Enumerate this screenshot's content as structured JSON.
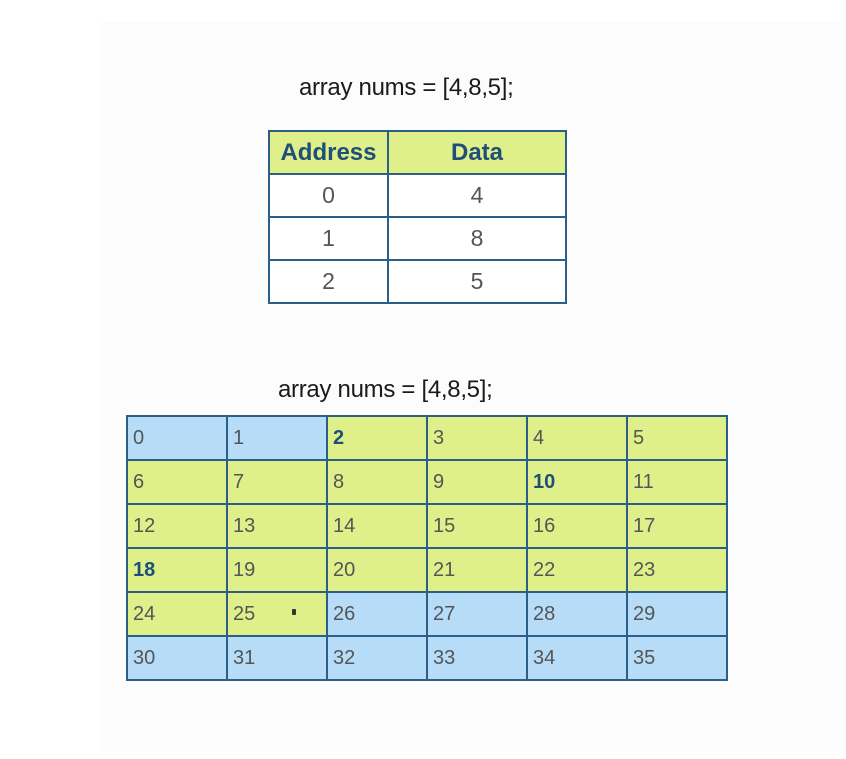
{
  "titles": [
    "array nums = [4,8,5];",
    "array nums = [4,8,5];"
  ],
  "address_table": {
    "headers": [
      "Address",
      "Data"
    ],
    "rows": [
      [
        "0",
        "4"
      ],
      [
        "1",
        "8"
      ],
      [
        "2",
        "5"
      ]
    ]
  },
  "memory_grid": {
    "columns": 6,
    "cells": [
      "0",
      "1",
      "2",
      "3",
      "4",
      "5",
      "6",
      "7",
      "8",
      "9",
      "10",
      "11",
      "12",
      "13",
      "14",
      "15",
      "16",
      "17",
      "18",
      "19",
      "20",
      "21",
      "22",
      "23",
      "24",
      "25",
      "26",
      "27",
      "28",
      "29",
      "30",
      "31",
      "32",
      "33",
      "34",
      "35"
    ],
    "highlighted_range": [
      2,
      25
    ],
    "bold_cells": [
      "2",
      "10",
      "18"
    ]
  },
  "colors": {
    "header_green": "#dff08a",
    "highlight_green": "#dff08a",
    "memory_blue": "#b6dcf7",
    "border_blue": "#2b5f88",
    "header_text": "#1f4f78"
  }
}
